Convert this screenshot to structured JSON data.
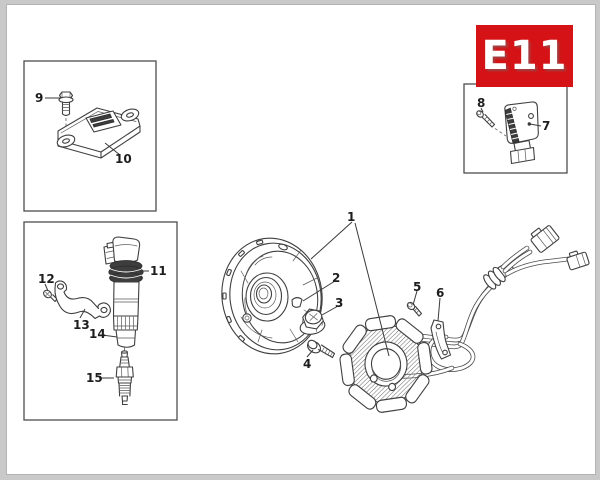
{
  "sheet": {
    "code": "E11"
  },
  "colors": {
    "badge_background": "#d51317",
    "badge_text": "#ffffff",
    "line_art": "#3f3f3f",
    "page_background": "#ffffff",
    "scan_margin": "#c9c9c9"
  },
  "callouts": {
    "c1": "1",
    "c2": "2",
    "c3": "3",
    "c4": "4",
    "c5": "5",
    "c6": "6",
    "c7": "7",
    "c8": "8",
    "c9": "9",
    "c10": "10",
    "c11": "11",
    "c12": "12",
    "c13": "13",
    "c14": "14",
    "c15": "15"
  }
}
